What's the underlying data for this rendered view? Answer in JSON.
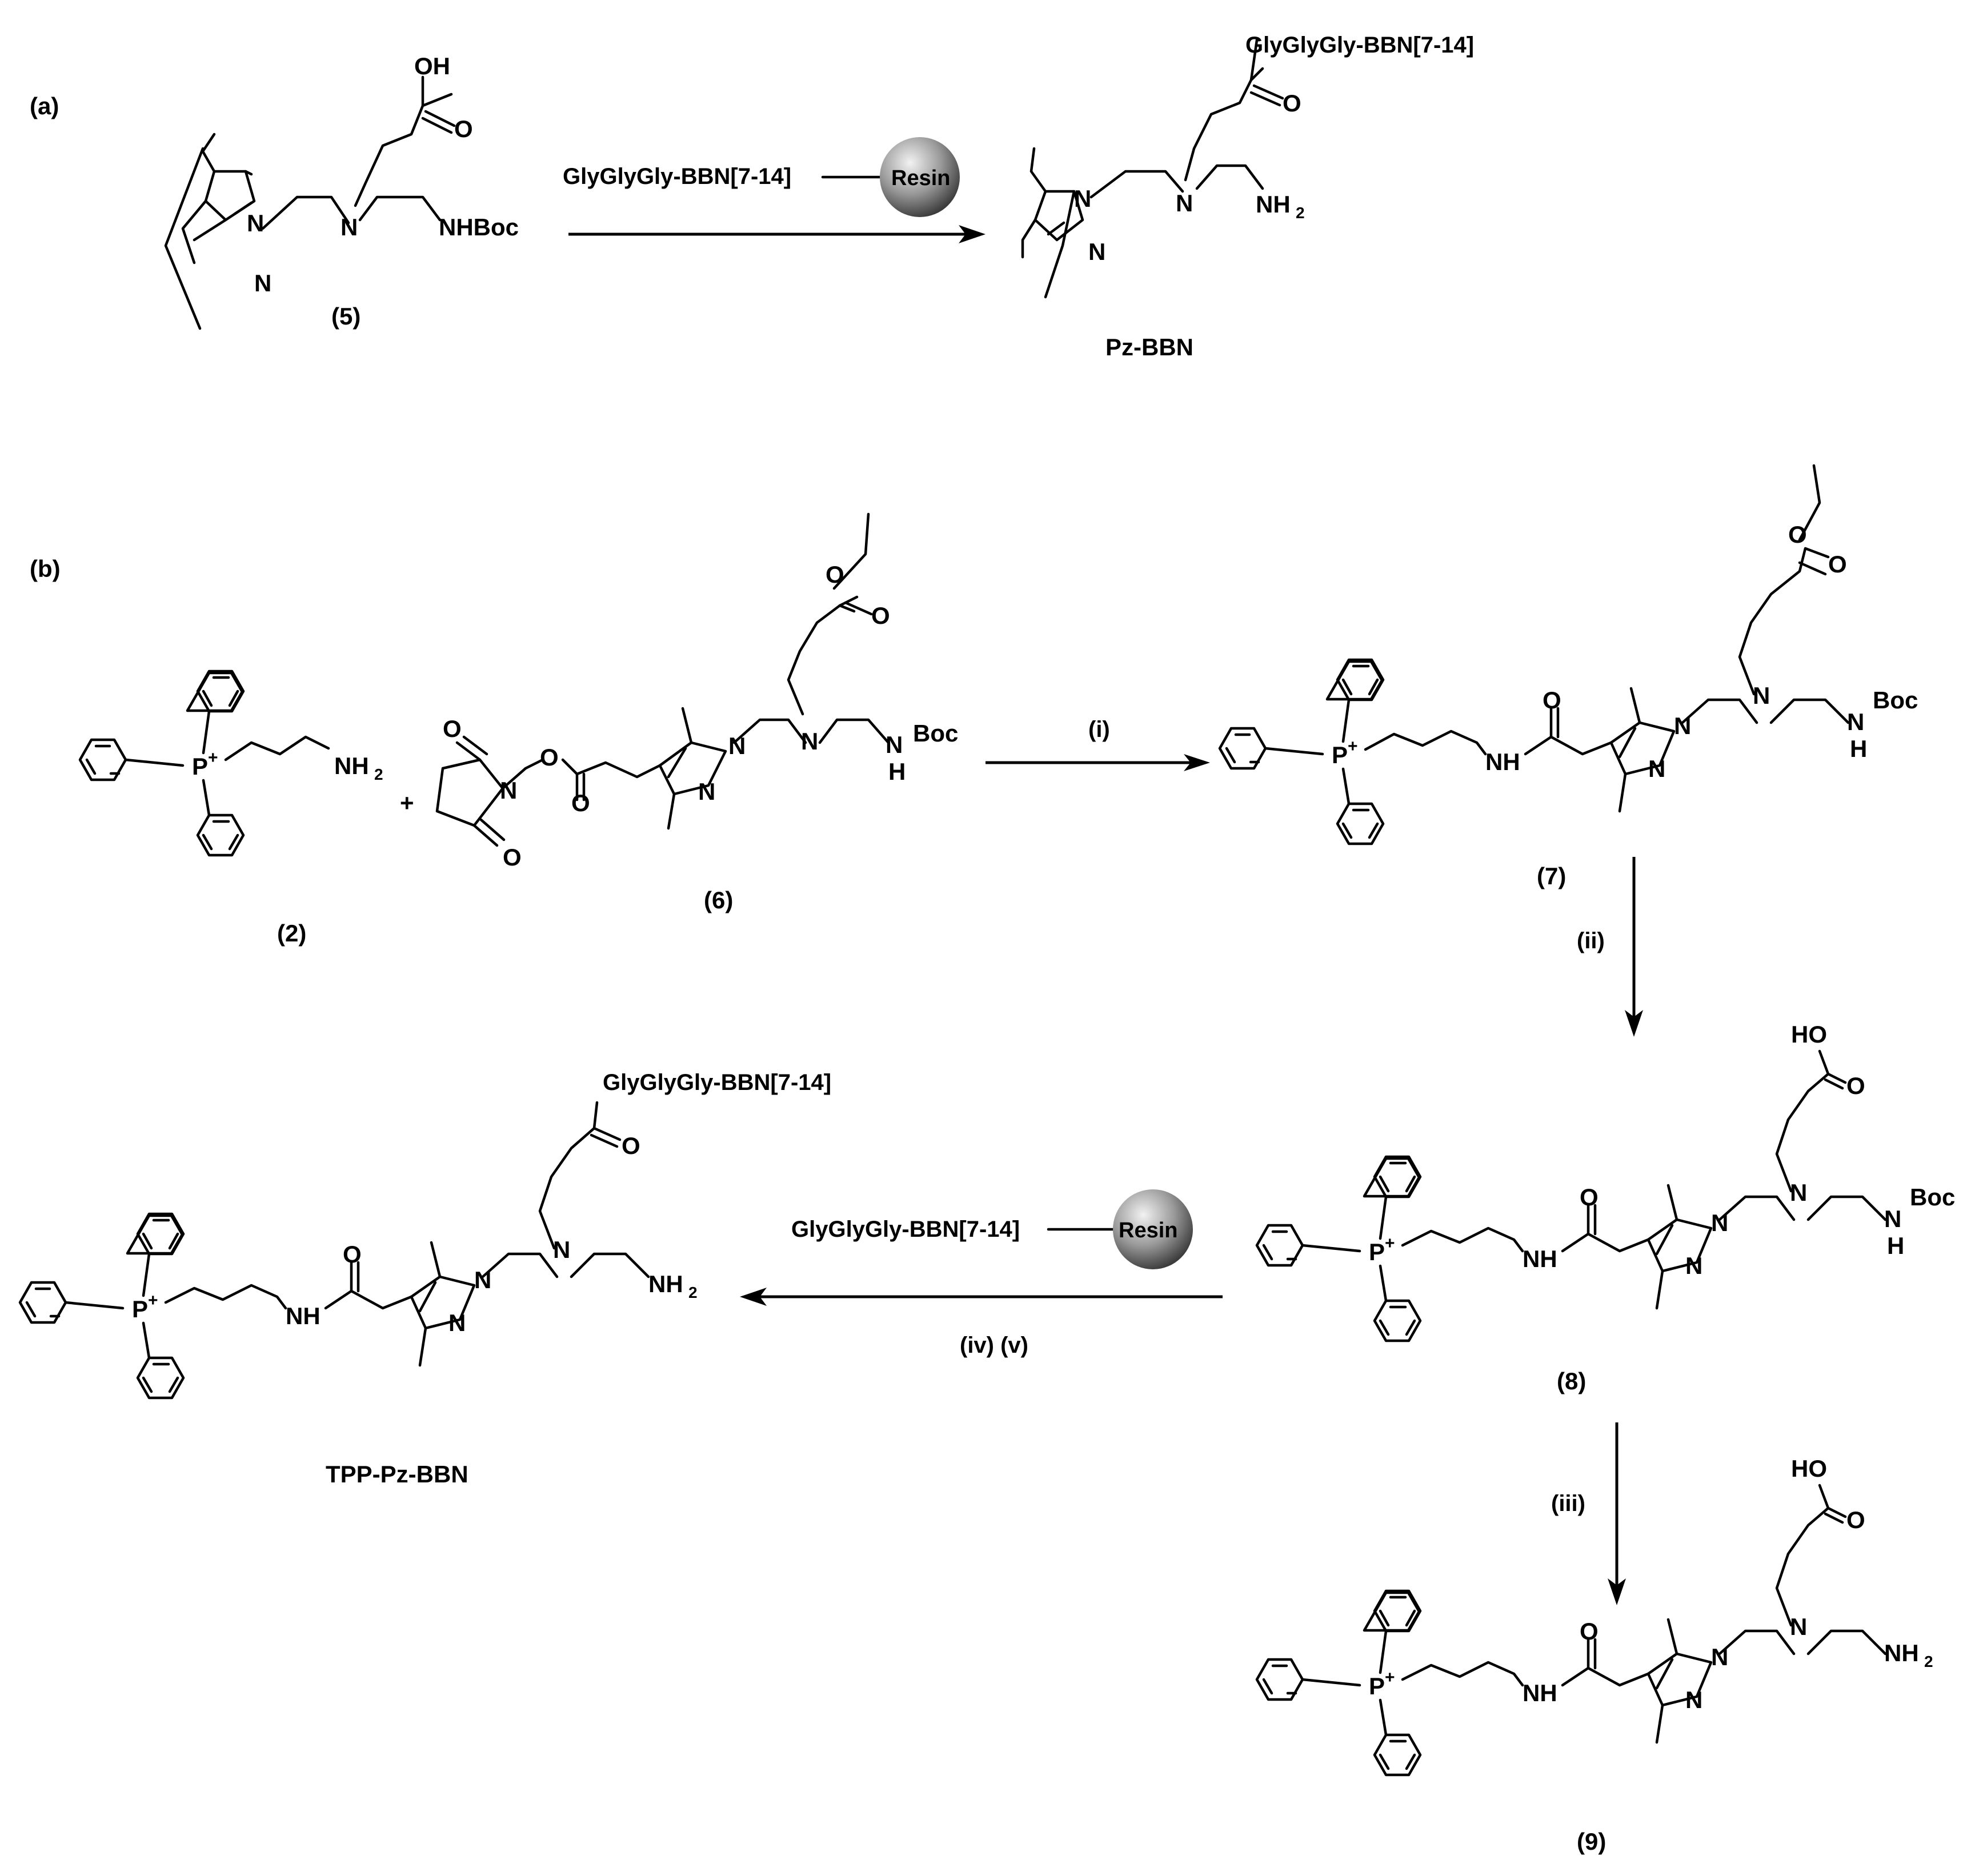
{
  "panels": {
    "a": "(a)",
    "b": "(b)"
  },
  "compounds": {
    "c5": "(5)",
    "pzbbn": "Pz-BBN",
    "c2": "(2)",
    "c6": "(6)",
    "c7": "(7)",
    "c8": "(8)",
    "c9": "(9)",
    "tpppzbbn": "TPP-Pz-BBN"
  },
  "reagents": {
    "peptide": "GlyGlyGly-BBN[7-14]",
    "resin": "Resin",
    "plus": "+"
  },
  "conditions": {
    "i": "(i)",
    "ii": "(ii)",
    "iii": "(iii)",
    "iv_v": "(iv) (v)"
  },
  "atoms": {
    "OH": "OH",
    "HO": "HO",
    "O": "O",
    "N": "N",
    "NH": "NH",
    "H": "H",
    "NHBoc": "NHBoc",
    "Boc": "Boc",
    "NH2": "NH",
    "sub2": "2",
    "P": "P",
    "plus": "+"
  }
}
